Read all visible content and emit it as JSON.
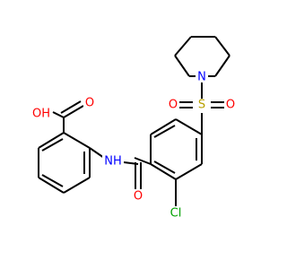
{
  "colors": {
    "background": "#ffffff",
    "bond": "#000000",
    "oxygen": "#ff0000",
    "nitrogen": "#0000ff",
    "sulfur": "#b8a000",
    "chlorine": "#00a000",
    "carbon_text": "#000000"
  },
  "atoms": {
    "pyrrolidine_n": "N",
    "sulfonyl_s": "S",
    "sulfonyl_o_left": "O",
    "sulfonyl_o_right": "O",
    "amide_nh": "NH",
    "amide_o": "O",
    "chloro": "Cl",
    "acid_oh": "OH",
    "acid_o": "O"
  }
}
